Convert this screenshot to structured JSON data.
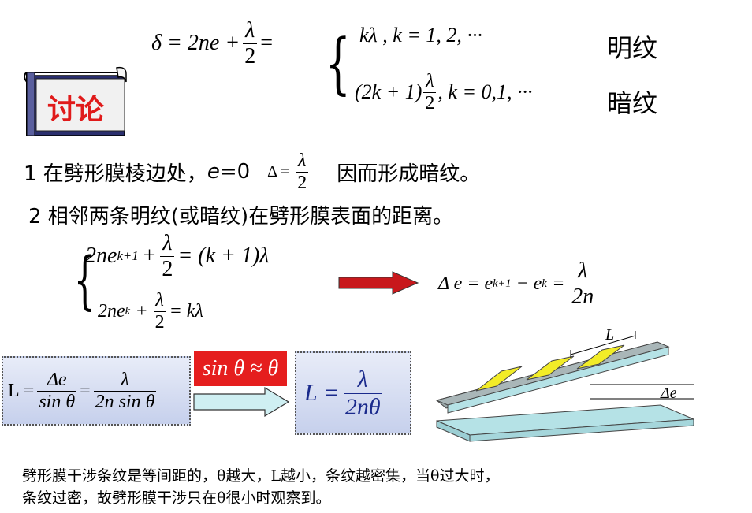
{
  "header_formula": {
    "lhs": "δ = 2ne +",
    "lambda": "λ",
    "two": "2",
    "eq": "=",
    "bright_case": "kλ ,   k = 1, 2, ···",
    "dark_case_a": "(2k + 1)",
    "dark_case_b": ",   k = 0,1, ···",
    "bright_label": "明纹",
    "dark_label": "暗纹"
  },
  "scroll_badge": {
    "label": "讨论"
  },
  "point1": {
    "text_a": "1 在劈形膜棱边处，",
    "e_eq": "e",
    "zero": "=0",
    "delta": "Δ =",
    "lambda": "λ",
    "two": "2",
    "text_b": "因而形成暗纹。"
  },
  "point2": {
    "text": "2 相邻两条明纹(或暗纹)在劈形膜表面的距离。"
  },
  "system": {
    "line1_a": "2ne",
    "line1_sub": "k+1",
    "line1_b": "+",
    "line1_c": "= (k + 1)λ",
    "line2_a": "2ne",
    "line2_sub": "k",
    "line2_b": "+",
    "line2_c": "= kλ",
    "lambda": "λ",
    "two": "2"
  },
  "delta_result": {
    "lhs": "Δ  e = e",
    "sub1": "k+1",
    "mid": "− e",
    "sub2": "k",
    "eq": "=",
    "num": "λ",
    "den": "2n"
  },
  "box_L": {
    "lhs": "L =",
    "num1": "Δe",
    "den1": "sin θ",
    "eq": "=",
    "num2": "λ",
    "den2": "2n sin θ"
  },
  "approx": {
    "text": "sin θ ≈ θ"
  },
  "box_L2": {
    "lhs": "L =",
    "num": "λ",
    "den": "2nθ"
  },
  "diagram": {
    "label_L": "L",
    "label_de": "Δe",
    "stripe_color": "#f2ec28",
    "plate_color": "#9aa8aa",
    "edge_color": "#b5e2e6"
  },
  "arrow_colors": {
    "red": "#c8181c",
    "cyan": "#cfeff2"
  },
  "conclusion": {
    "line1": "劈形膜干涉条纹是等间距的，θ越大，L越小，条纹越密集，当θ过大时，",
    "line2": "条纹过密，故劈形膜干涉只在θ很小时观察到。"
  }
}
